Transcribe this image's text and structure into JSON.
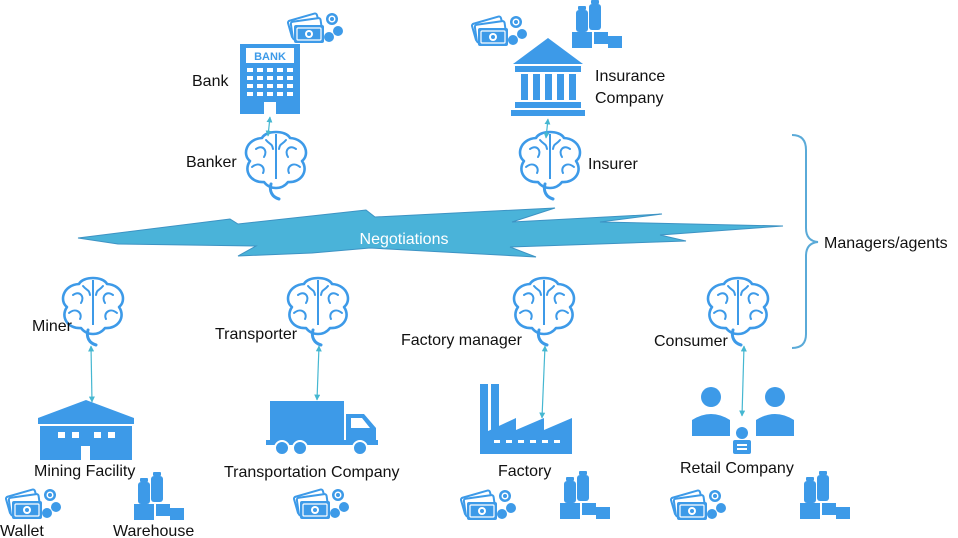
{
  "colors": {
    "icon": "#3d9ae8",
    "lightning": "#4ab3d9",
    "arrow": "#45b7d1",
    "bracket": "#5aaad8",
    "text": "#111111"
  },
  "labels": {
    "bank": "Bank",
    "insurance_line1": "Insurance",
    "insurance_line2": "Company",
    "banker": "Banker",
    "insurer": "Insurer",
    "negotiations": "Negotiations",
    "managers": "Managers/agents",
    "miner": "Miner",
    "transporter": "Transporter",
    "factory_manager": "Factory manager",
    "consumer": "Consumer",
    "mining_facility": "Mining Facility",
    "transportation_company": "Transportation Company",
    "factory": "Factory",
    "retail_company": "Retail Company",
    "wallet": "Wallet",
    "warehouse": "Warehouse",
    "bank_sign": "BANK"
  },
  "icons": {
    "bank": "bank-building-icon",
    "insurance": "classical-building-icon",
    "brain": "brain-icon",
    "money": "money-icon",
    "goods": "goods-icon",
    "warehouse": "warehouse-icon",
    "truck": "truck-icon",
    "factory": "factory-icon",
    "people": "people-icon"
  }
}
